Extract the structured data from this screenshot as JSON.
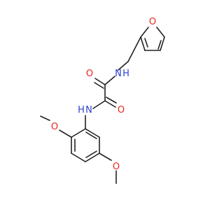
{
  "colors": {
    "bond": "#222222",
    "oxygen": "#e8261f",
    "nitrogen": "#2a3fd1"
  },
  "molecule": {
    "atoms": {
      "o_furan": "O",
      "o_carbonyl_1": "O",
      "o_carbonyl_2": "O",
      "nh_amide_1": "N",
      "h_amide_1": "H",
      "nh_amide_2": "N",
      "h_amide_2": "H",
      "o_methoxy_1": "O",
      "o_methoxy_2": "O"
    }
  }
}
